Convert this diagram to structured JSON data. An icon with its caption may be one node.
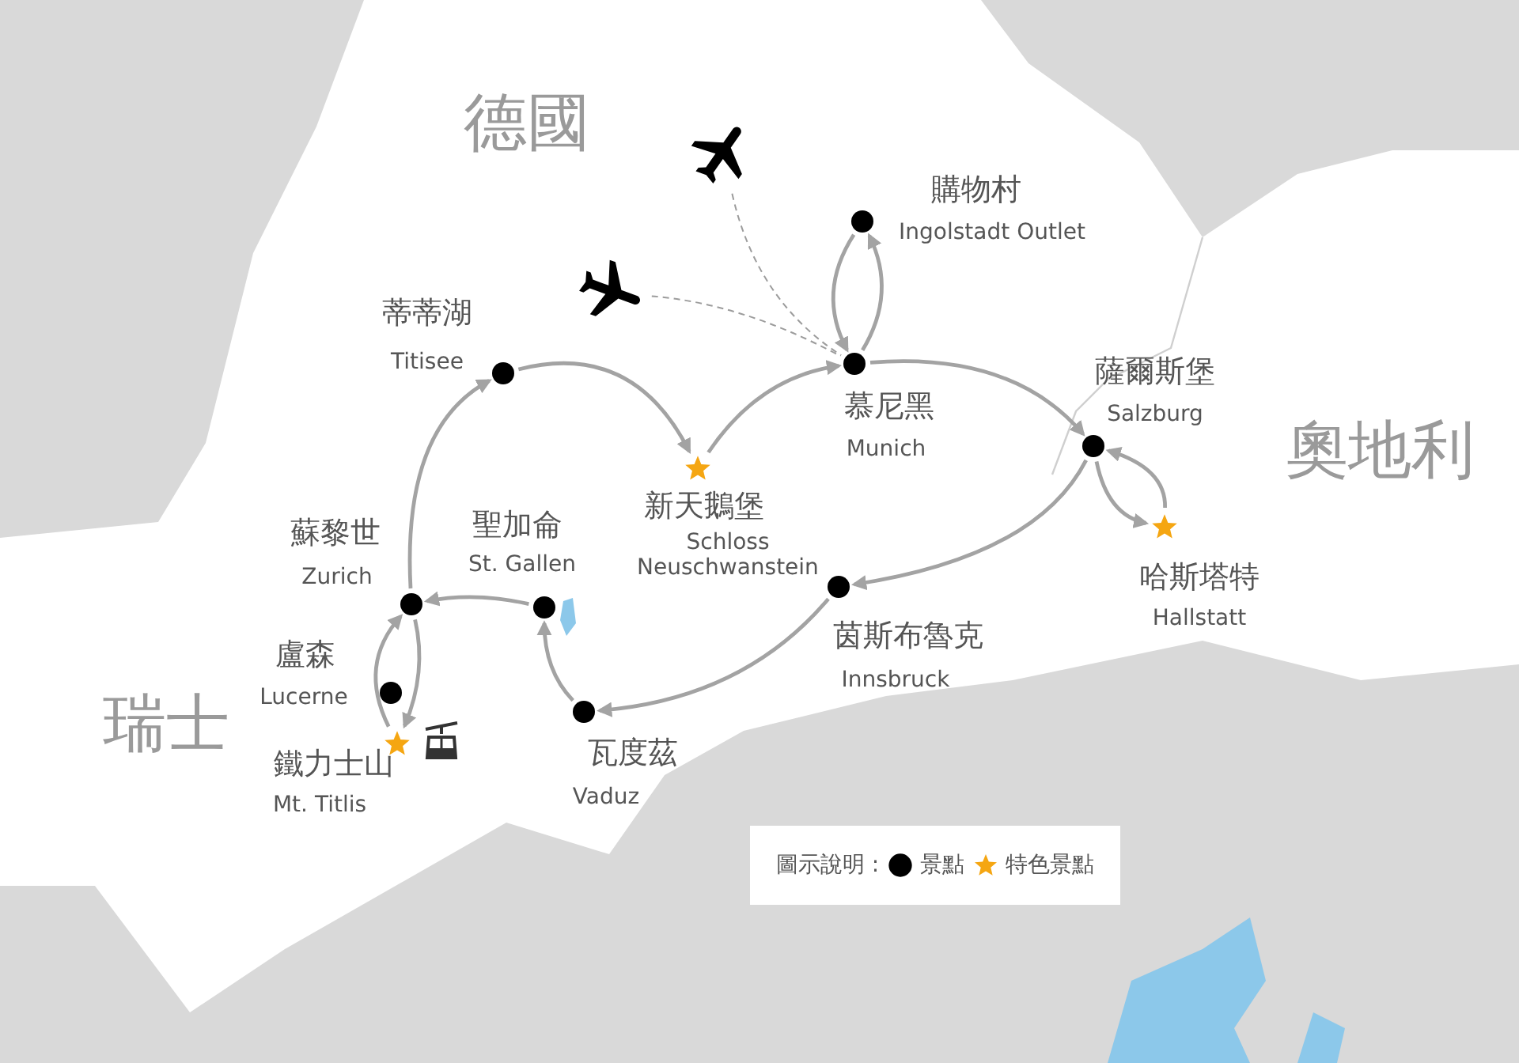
{
  "diagram": {
    "nodes": [
      {
        "text": [],
        "shape": "airplane"
      },
      {
        "text": [],
        "shape": "airplane"
      },
      {
        "text": [],
        "shape": "circle",
        "beside": [
          "購物村",
          "Ingolstadt Outlet"
        ]
      },
      {
        "text": [],
        "shape": "circle",
        "beside": [
          "蒂蒂湖",
          "Titisee"
        ]
      },
      {
        "text": [],
        "shape": "circle",
        "beside": [
          "慕尼黑",
          "Munich"
        ]
      },
      {
        "text": [],
        "shape": "circle",
        "beside": [
          "薩爾斯堡",
          "Salzburg"
        ]
      },
      {
        "text": [],
        "shape": "star",
        "beside": [
          "新天鵝堡",
          "Schloss Neuschwanstein"
        ]
      },
      {
        "text": [],
        "shape": "star",
        "beside": [
          "哈斯塔特",
          "Hallstatt"
        ]
      },
      {
        "text": [],
        "shape": "circle",
        "beside": [
          "聖加侖",
          "St. Gallen"
        ]
      },
      {
        "text": [],
        "shape": "circle",
        "beside": [
          "茵斯布魯克",
          "Innsbruck"
        ]
      },
      {
        "text": [],
        "shape": "circle",
        "beside": [
          "蘇黎世",
          "Zurich"
        ]
      },
      {
        "text": [],
        "shape": "circle",
        "beside": [
          "盧森",
          "Lucerne"
        ]
      },
      {
        "text": [],
        "shape": "star",
        "beside": [
          "鐵力士山",
          "Mt. Titlis"
        ]
      },
      {
        "text": [],
        "shape": "circle",
        "beside": [
          "瓦度茲",
          "Vaduz"
        ]
      }
    ],
    "edges": [
      {
        "from": 0,
        "to": 4,
        "arrow": "none",
        "style": "dashed"
      },
      {
        "from": 1,
        "to": 4,
        "arrow": "none",
        "style": "dashed"
      },
      {
        "from": 4,
        "to": 2,
        "arrow": "to"
      },
      {
        "from": 2,
        "to": 4,
        "arrow": "to"
      },
      {
        "from": 3,
        "to": 6,
        "arrow": "to"
      },
      {
        "from": 6,
        "to": 4,
        "arrow": "to"
      },
      {
        "from": 4,
        "to": 5,
        "arrow": "to"
      },
      {
        "from": 5,
        "to": 7,
        "arrow": "to"
      },
      {
        "from": 7,
        "to": 5,
        "arrow": "to"
      },
      {
        "from": 5,
        "to": 9,
        "arrow": "to"
      },
      {
        "from": 9,
        "to": 13,
        "arrow": "to"
      },
      {
        "from": 13,
        "to": 8,
        "arrow": "to"
      },
      {
        "from": 8,
        "to": 10,
        "arrow": "to"
      },
      {
        "from": 10,
        "to": 12,
        "arrow": "to"
      },
      {
        "from": 12,
        "to": 10,
        "arrow": "to"
      },
      {
        "from": 10,
        "to": 3,
        "arrow": "to"
      }
    ],
    "labels": [
      "德國",
      "奧地利",
      "瑞士",
      "圖示說明 :"
    ],
    "legend": [
      {
        "text": "景點"
      },
      {
        "text": "特色景點"
      }
    ]
  }
}
